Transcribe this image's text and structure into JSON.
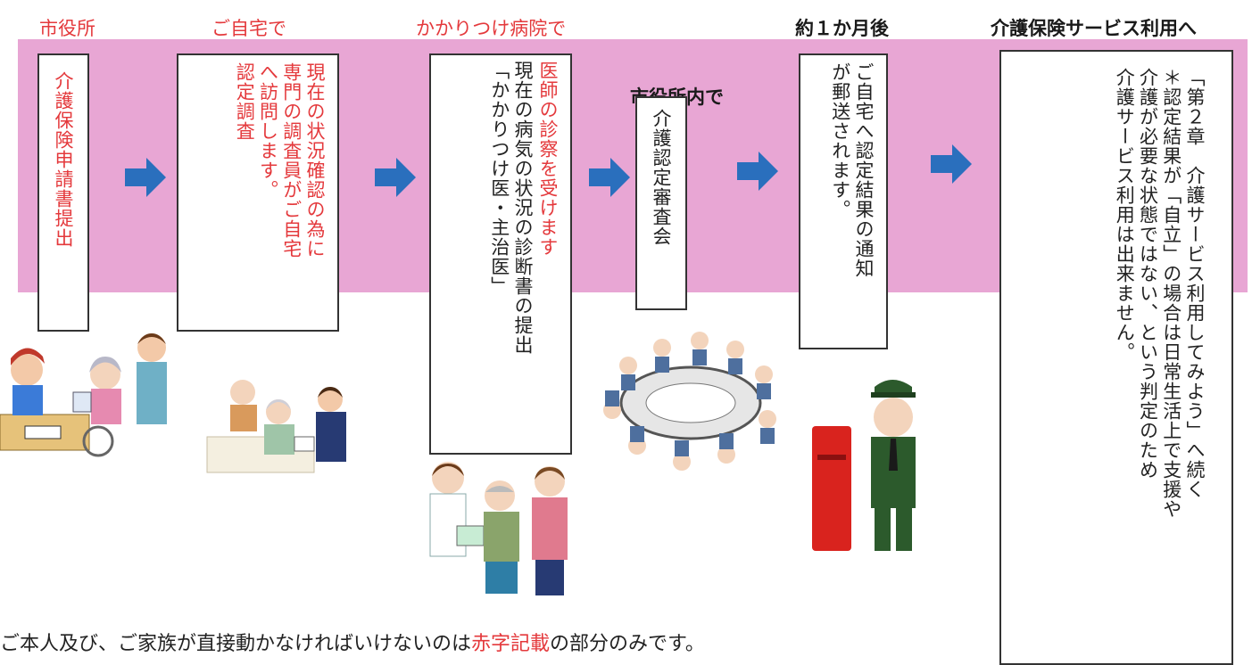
{
  "steps": [
    {
      "heading": "市役所",
      "text": "介護保険申請書提出"
    },
    {
      "heading": "ご自宅で",
      "text": "現在の状況確認の為に\n専門の調査員がご自宅\nへ訪問します。\n認定調査"
    },
    {
      "heading": "かかりつけ病院で",
      "text_red": "医師の診察を受けます",
      "text": "現在の病気の状況の診断書の提出\n「かかりつけ医・主治医」"
    },
    {
      "heading": "市役所内で",
      "text": "介護認定審査会"
    },
    {
      "heading": "約１か月後",
      "text": "ご自宅へ認定結果の通知\nが郵送されます。"
    },
    {
      "heading": "介護保険サービス利用へ",
      "text": "「第２章　介護サービス利用してみよう」へ続く\n＊認定結果が「自立」の場合は日常生活上で支援や\n介護が必要な状態ではない、という判定のため\n介護サービス利用は出来ません。"
    }
  ],
  "icons": {
    "arrow": "arrow-right-icon",
    "illustrations": [
      "office-counter-illustration",
      "home-visit-illustration",
      "hospital-illustration",
      "committee-meeting-illustration",
      "postman-illustration"
    ]
  },
  "colors": {
    "band": "#e8a6d4",
    "accent_red": "#e4393c",
    "arrow_blue": "#2a6fbd"
  },
  "footer": {
    "before": "ご本人及び、ご家族が直接動かなければいけないのは",
    "highlight": "赤字記載",
    "after": "の部分のみです。"
  }
}
